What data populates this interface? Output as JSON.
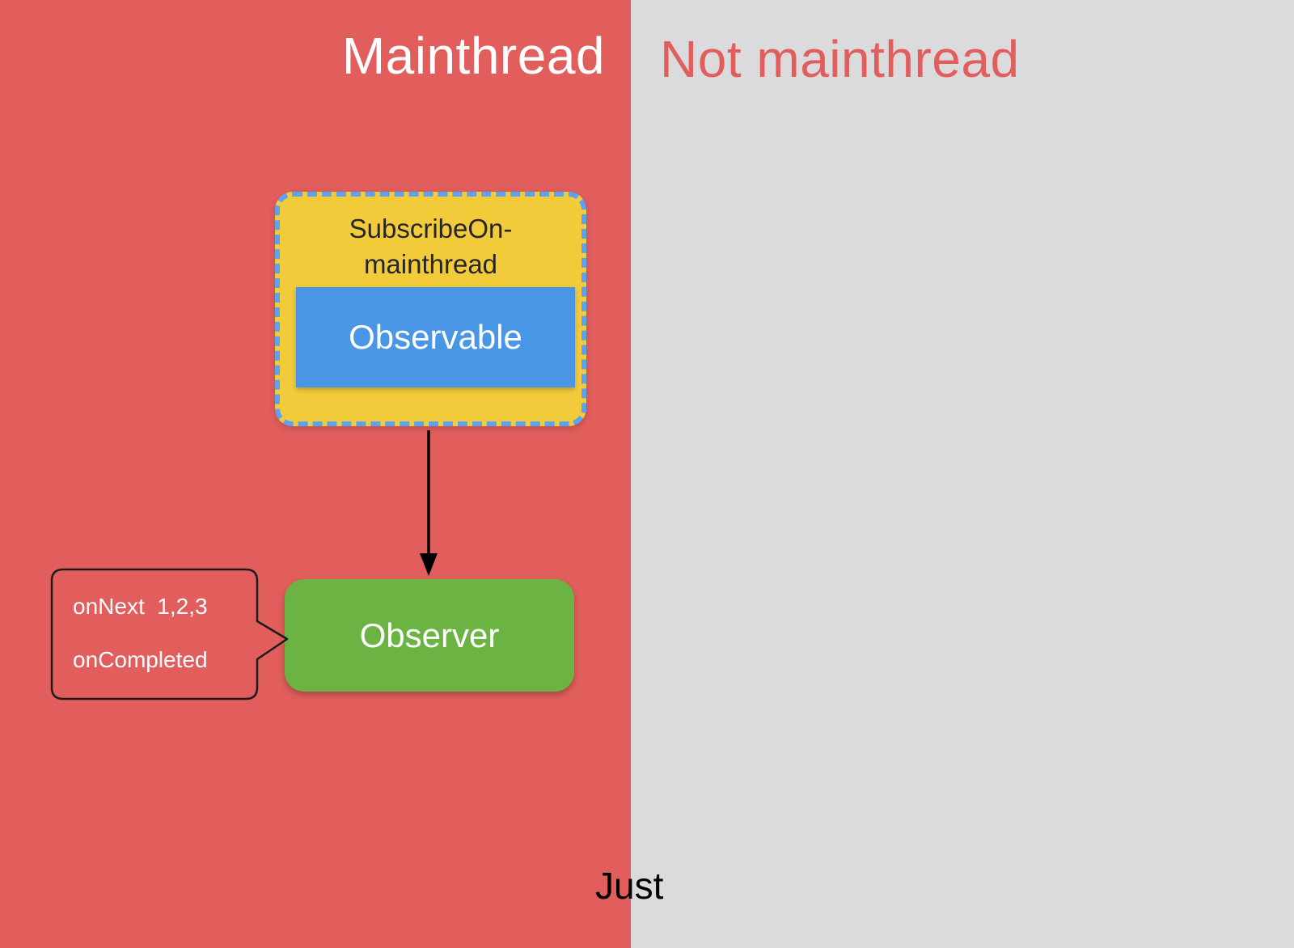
{
  "headers": {
    "mainthread": "Mainthread",
    "not_mainthread": "Not mainthread"
  },
  "diagram": {
    "subscribe_box": {
      "line1": "SubscribeOn-",
      "line2": "mainthread"
    },
    "observable": {
      "label": "Observable"
    },
    "observer": {
      "label": "Observer"
    },
    "callout": {
      "line1": "onNext  1,2,3",
      "line2": "onCompleted"
    },
    "bottom_label": "Just"
  },
  "colors": {
    "mainthread_bg": "#e25e5c",
    "not_mainthread_bg": "#dbdbdd",
    "mainthread_title_color": "#ffffff",
    "not_mainthread_title_color": "#e25e5c",
    "subscribe_box_bg": "#f2cb3b",
    "subscribe_box_border": "#5da2ee",
    "observable_bg": "#4a96e6",
    "observer_bg": "#6bb443",
    "callout_border": "#1c1c1c",
    "callout_text": "#ffffff",
    "arrow": "#000000",
    "bottom_label_color": "#000000"
  }
}
